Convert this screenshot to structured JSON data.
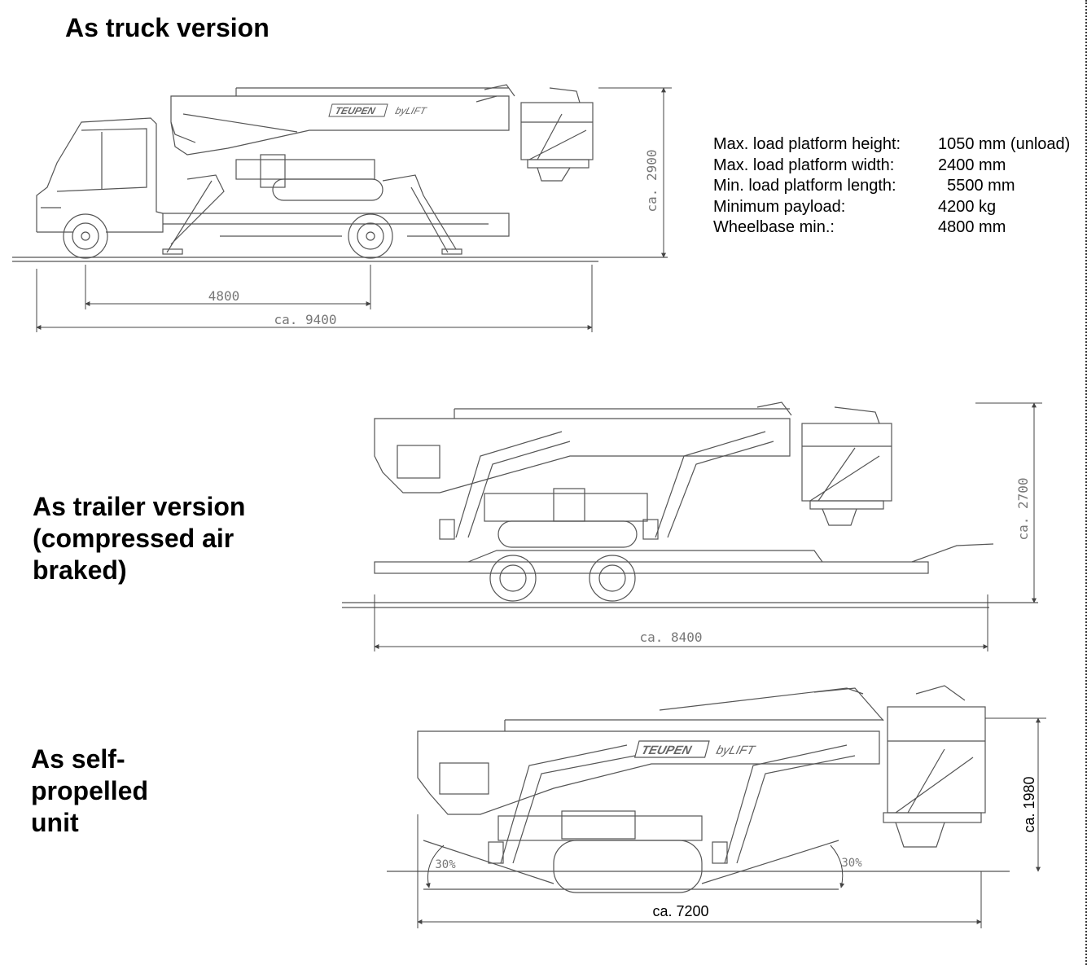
{
  "headings": {
    "truck": "As truck version",
    "trailer_lines": [
      "As trailer version",
      "(compressed air",
      "braked)"
    ],
    "self_lines": [
      "As self-",
      "propelled",
      "unit"
    ]
  },
  "specs": [
    {
      "label": "Max. load platform height:",
      "value": "1050 mm (unload)"
    },
    {
      "label": "Max. load platform width:",
      "value": "2400 mm"
    },
    {
      "label": "Min. load platform length:",
      "value": "  5500 mm"
    },
    {
      "label": "Minimum payload:",
      "value": "4200 kg"
    },
    {
      "label": "Wheelbase min.:",
      "value": "4800 mm"
    }
  ],
  "dimensions": {
    "truck_height": "ca. 2900",
    "truck_wheelbase": "4800",
    "truck_length": "ca. 9400",
    "trailer_height": "ca. 2700",
    "trailer_length": "ca. 8400",
    "self_height": "ca. 1980",
    "self_length": "ca. 7200",
    "slope_left": "30%",
    "slope_right": "30%"
  },
  "branding": {
    "logo_truck": [
      "TEUPEN",
      "byLIFT"
    ],
    "logo_self": [
      "TEUPEN",
      "byLIFT"
    ]
  },
  "colors": {
    "line": "#555555",
    "dim_text": "#777777",
    "text": "#000000"
  }
}
